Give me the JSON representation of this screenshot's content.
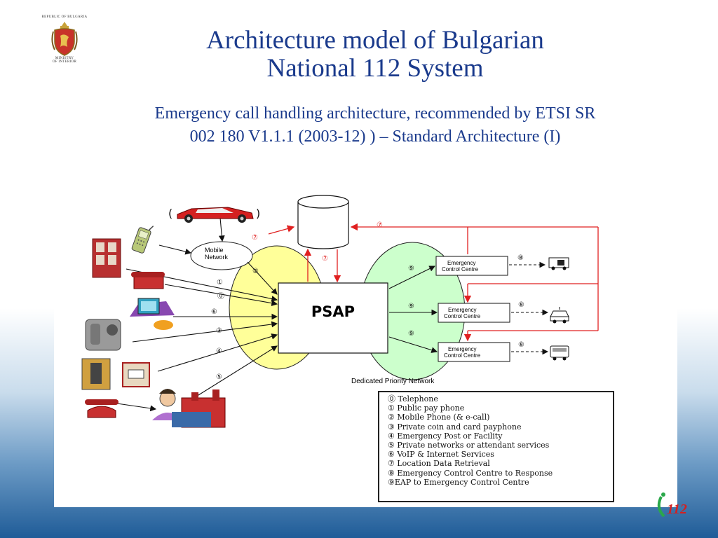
{
  "header": {
    "crest_top_text": "Republic of Bulgaria",
    "crest_bottom_line1": "Ministry",
    "crest_bottom_line2": "of Interior",
    "title_line1": "Architecture model of Bulgarian",
    "title_line2": "National 112 System",
    "subtitle_line1": "Emergency call handling architecture, recommended by ETSI SR",
    "subtitle_line2": "002 180 V1.1.1 (2003-12) ) – Standard Architecture (I)"
  },
  "diagram": {
    "mobile_network_label_line1": "Mobile",
    "mobile_network_label_line2": "Network",
    "psap_label": "PSAP",
    "dedicated_network_label": "Dedicated Priority Network",
    "ecc_label_line1": "Emergency",
    "ecc_label_line2": "Control Centre",
    "markers": {
      "telephone": "⓪",
      "payphone": "①",
      "mobile": "②",
      "coin_card": "③",
      "emergency_post": "④",
      "private_networks": "⑤",
      "voip": "⑥",
      "location": "⑦",
      "ecc_response": "⑧",
      "eap": "⑨"
    }
  },
  "legend": [
    "⓪ Telephone",
    "① Public pay phone",
    "② Mobile Phone (& e-call)",
    "③ Private coin and card payphone",
    "④ Emergency Post or Facility",
    "⑤ Private networks or attendant services",
    "⑥ VoIP & Internet Services",
    "⑦ Location Data Retrieval",
    "⑧ Emergency Control Centre to Response",
    "⑨EAP  to Emergency Control Centre"
  ],
  "footer": {
    "logo_text": "112"
  },
  "colors": {
    "title": "#1a3a8c",
    "mobile_ellipse": "#ffff99",
    "dedicated_ellipse": "#ccffcc",
    "location_lines": "#e02020",
    "logo_green": "#2aa84a",
    "logo_red": "#d42020"
  }
}
